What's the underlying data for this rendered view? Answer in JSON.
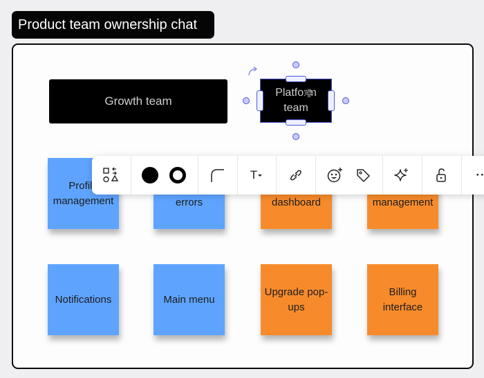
{
  "frame": {
    "title": "Product team ownership chat"
  },
  "teams": [
    {
      "label": "Growth team"
    },
    {
      "label": "Platform team"
    }
  ],
  "notes_row1": [
    {
      "label": "Profile management",
      "color": "#5ea4ff"
    },
    {
      "label": "errors",
      "color": "#5ea4ff"
    },
    {
      "label": "dashboard",
      "color": "#f78b2c"
    },
    {
      "label": "management",
      "color": "#f78b2c"
    }
  ],
  "notes_row2": [
    {
      "label": "Notifications",
      "color": "#5ea4ff"
    },
    {
      "label": "Main menu",
      "color": "#5ea4ff"
    },
    {
      "label": "Upgrade pop-ups",
      "color": "#f78b2c"
    },
    {
      "label": "Billing interface",
      "color": "#f78b2c"
    }
  ],
  "toolbar": {
    "text_button": "T",
    "more_button": "··",
    "icons": [
      "switch-shape-icon",
      "fill-color-icon",
      "border-color-icon",
      "corner-radius-icon",
      "text-format-icon",
      "link-icon",
      "add-reaction-icon",
      "tag-icon",
      "ai-sparkle-icon",
      "unlock-icon",
      "more-icon"
    ]
  },
  "colors": {
    "selection": "#4e58d6",
    "blue_note": "#5ea4ff",
    "orange_note": "#f78b2c"
  }
}
